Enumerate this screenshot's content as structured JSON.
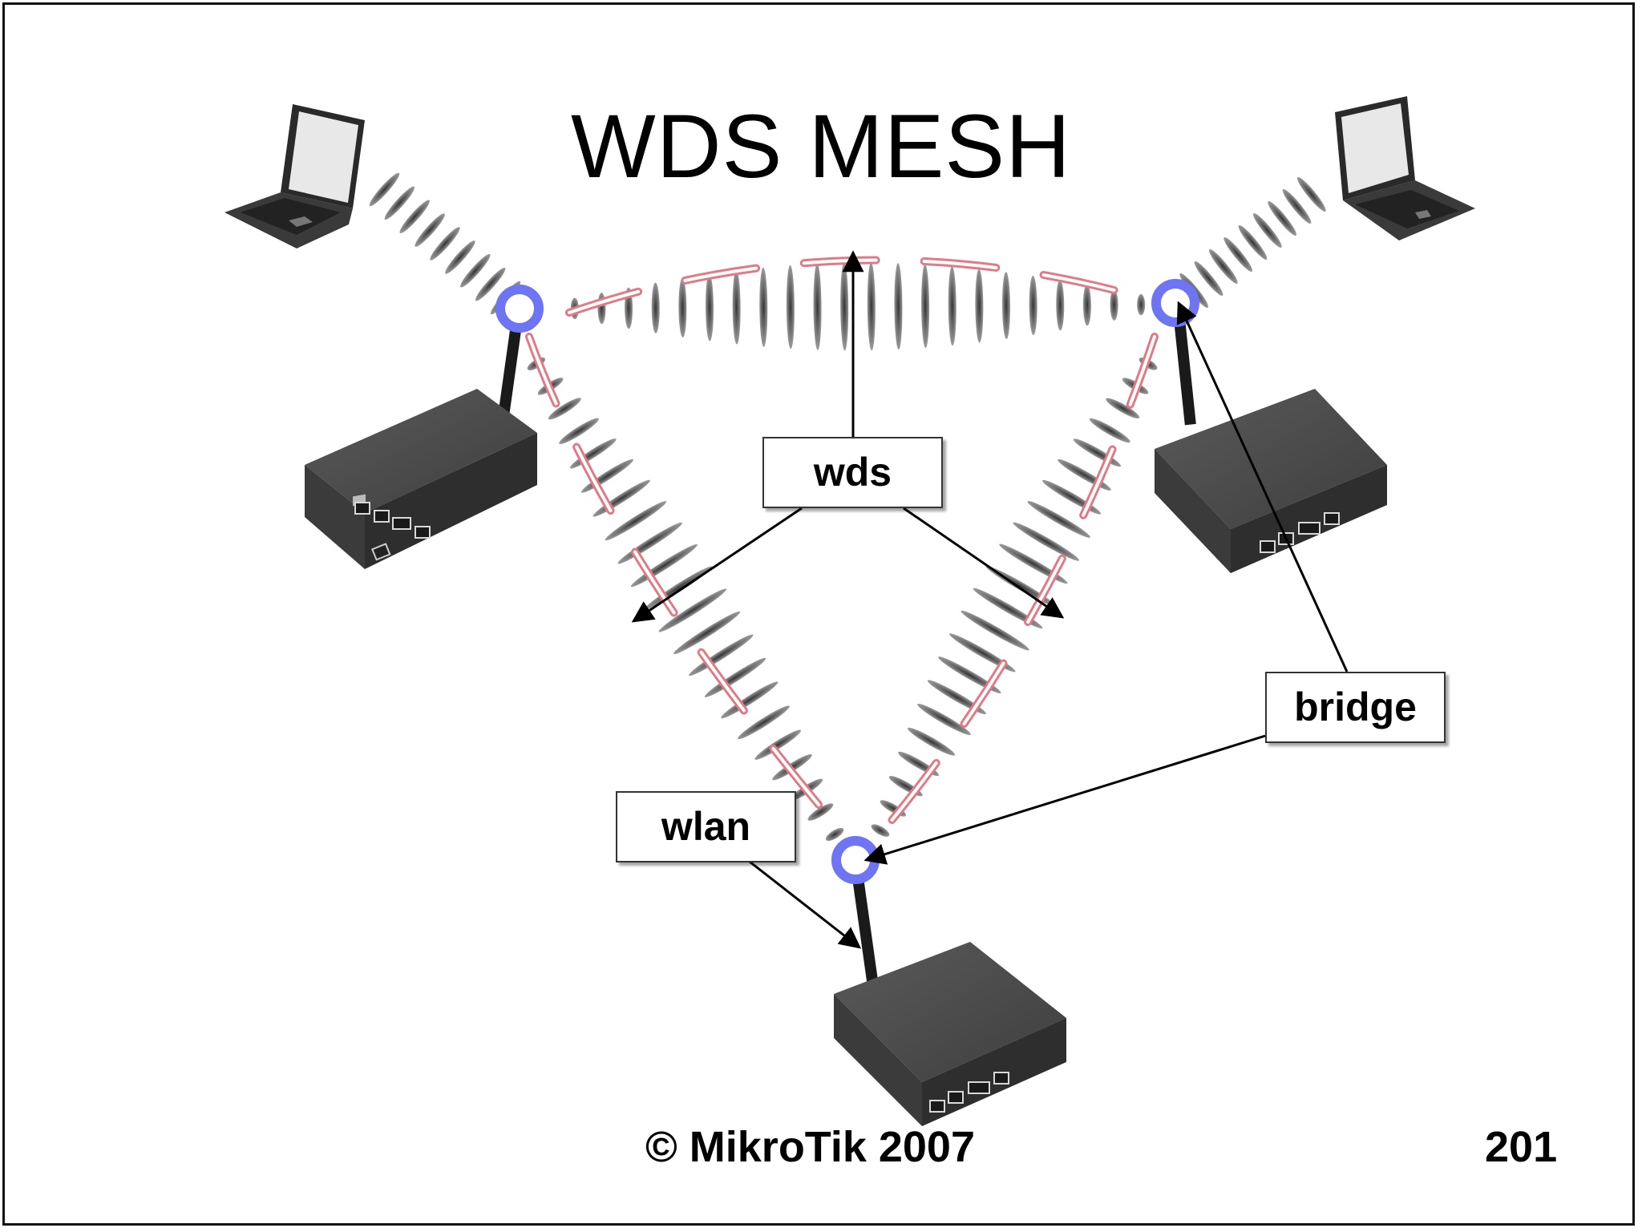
{
  "diagram": {
    "title": "WDS MESH",
    "labels": {
      "wds": "wds",
      "wlan": "wlan",
      "bridge": "bridge"
    },
    "footer": {
      "copyright": "© MikroTik 2007",
      "page_number": "201"
    },
    "icons": [
      "laptop-icon",
      "router-icon",
      "antenna-icon",
      "wireless-signal-icon"
    ],
    "colors": {
      "interface_ring": "#6f74f2",
      "wds_link_outline": "#e07a86",
      "router_body": "#4a4a4a"
    }
  }
}
